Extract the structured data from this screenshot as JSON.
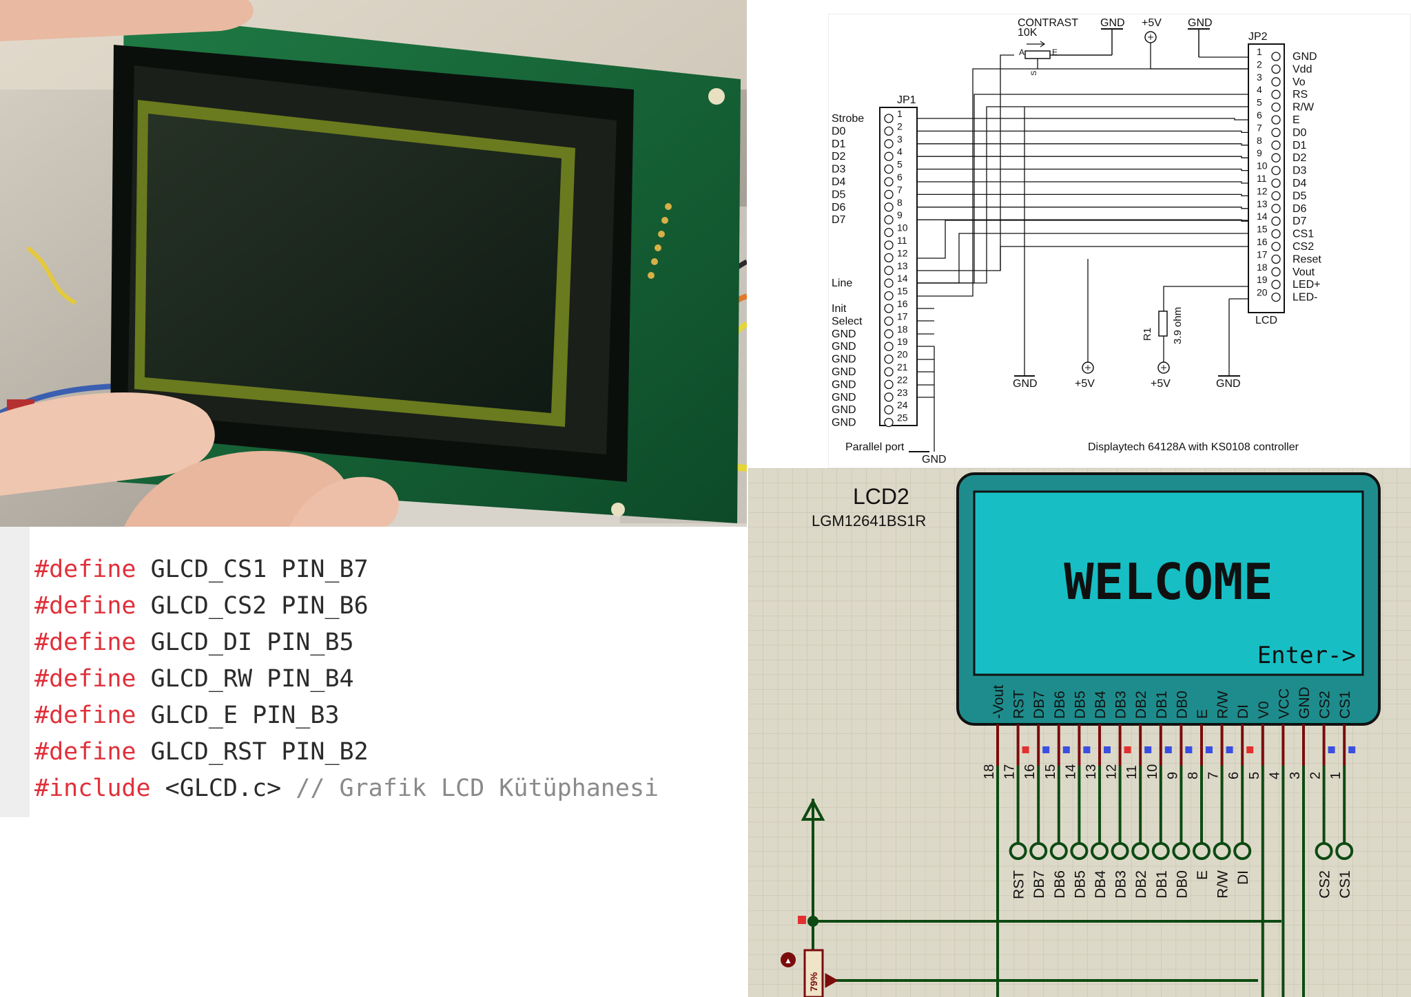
{
  "code_panel": {
    "lines": [
      {
        "keyword": "#define",
        "text": " GLCD_CS1 PIN_B7",
        "comment": ""
      },
      {
        "keyword": "#define",
        "text": " GLCD_CS2 PIN_B6",
        "comment": ""
      },
      {
        "keyword": "#define",
        "text": " GLCD_DI PIN_B5",
        "comment": ""
      },
      {
        "keyword": "#define",
        "text": " GLCD_RW PIN_B4",
        "comment": ""
      },
      {
        "keyword": "#define",
        "text": " GLCD_E PIN_B3",
        "comment": ""
      },
      {
        "keyword": "#define",
        "text": " GLCD_RST PIN_B2",
        "comment": ""
      },
      {
        "keyword": "#include",
        "text": " <GLCD.c> ",
        "comment": "// Grafik LCD Kütüphanesi"
      }
    ]
  },
  "schematic": {
    "contrast_label": "CONTRAST",
    "contrast_value": "10K",
    "pot_a": "A",
    "pot_e": "E",
    "pot_s": "S",
    "top_gnd_1": "GND",
    "top_5v": "+5V",
    "top_gnd_2": "GND",
    "jp1_label": "JP1",
    "jp2_label": "JP2",
    "jp1_signals": [
      "Strobe",
      "D0",
      "D1",
      "D2",
      "D3",
      "D4",
      "D5",
      "D6",
      "D7",
      "",
      "",
      "",
      "",
      "Line",
      "",
      "Init",
      "Select",
      "GND",
      "GND",
      "GND",
      "GND",
      "GND",
      "GND",
      "GND",
      "GND"
    ],
    "jp2_signals": [
      "GND",
      "Vdd",
      "Vo",
      "RS",
      "R/W",
      "E",
      "D0",
      "D1",
      "D2",
      "D3",
      "D4",
      "D5",
      "D6",
      "D7",
      "CS1",
      "CS2",
      "Reset",
      "Vout",
      "LED+",
      "LED-"
    ],
    "lcd_label": "LCD",
    "r1_label": "R1",
    "r1_value": "3.9 ohm",
    "bottom_gnd_1": "GND",
    "bottom_5v_1": "+5V",
    "bottom_5v_2": "+5V",
    "bottom_gnd_2": "GND",
    "jp1_bottom_gnd": "GND",
    "parallel_port": "Parallel port",
    "caption": "Displaytech 64128A with KS0108 controller"
  },
  "simulation": {
    "part_ref": "LCD2",
    "part_model": "LGM12641BS1R",
    "screen_text": "WELCOME",
    "screen_prompt": "Enter->",
    "pins": [
      {
        "name": "-Vout",
        "num": "18"
      },
      {
        "name": "RST",
        "num": "17"
      },
      {
        "name": "DB7",
        "num": "16"
      },
      {
        "name": "DB6",
        "num": "15"
      },
      {
        "name": "DB5",
        "num": "14"
      },
      {
        "name": "DB4",
        "num": "13"
      },
      {
        "name": "DB3",
        "num": "12"
      },
      {
        "name": "DB2",
        "num": "11"
      },
      {
        "name": "DB1",
        "num": "10"
      },
      {
        "name": "DB0",
        "num": "9"
      },
      {
        "name": "E",
        "num": "8"
      },
      {
        "name": "R/W",
        "num": "7"
      },
      {
        "name": "DI",
        "num": "6"
      },
      {
        "name": "V0",
        "num": "5"
      },
      {
        "name": "VCC",
        "num": "4"
      },
      {
        "name": "GND",
        "num": "3"
      },
      {
        "name": "CS2",
        "num": "2"
      },
      {
        "name": "CS1",
        "num": "1"
      }
    ],
    "terminal_labels": [
      "RST",
      "DB7",
      "DB6",
      "DB5",
      "DB4",
      "DB3",
      "DB2",
      "DB1",
      "DB0",
      "E",
      "R/W",
      "DI",
      "CS2",
      "CS1"
    ],
    "pot_percent": "79%",
    "colors": {
      "lcd_frame": "#1e8c8c",
      "lcd_screen": "#17bfc4",
      "wire": "#0d4a12",
      "pin": "#7a0c0c",
      "grid_bg": "#ddd9c8"
    }
  }
}
